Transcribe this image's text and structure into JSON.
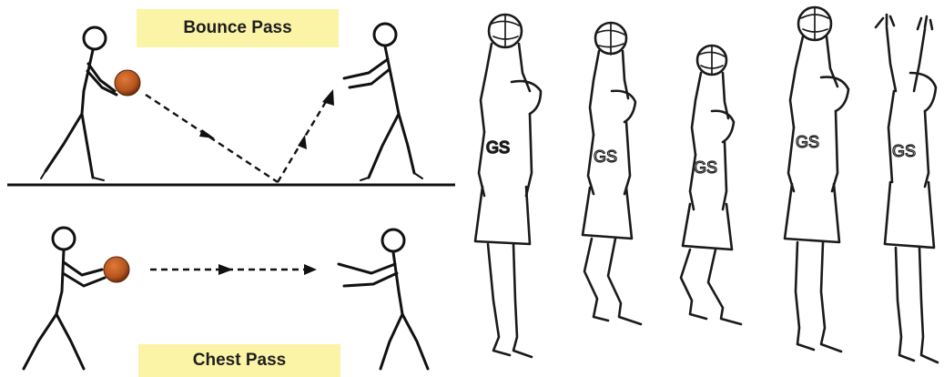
{
  "labels": {
    "bounce_pass": "Bounce Pass",
    "chest_pass": "Chest Pass"
  },
  "colors": {
    "label_bg": "#fbf3a6",
    "ball": "#b5541e",
    "ink": "#111111"
  },
  "bib_letters": "GS"
}
